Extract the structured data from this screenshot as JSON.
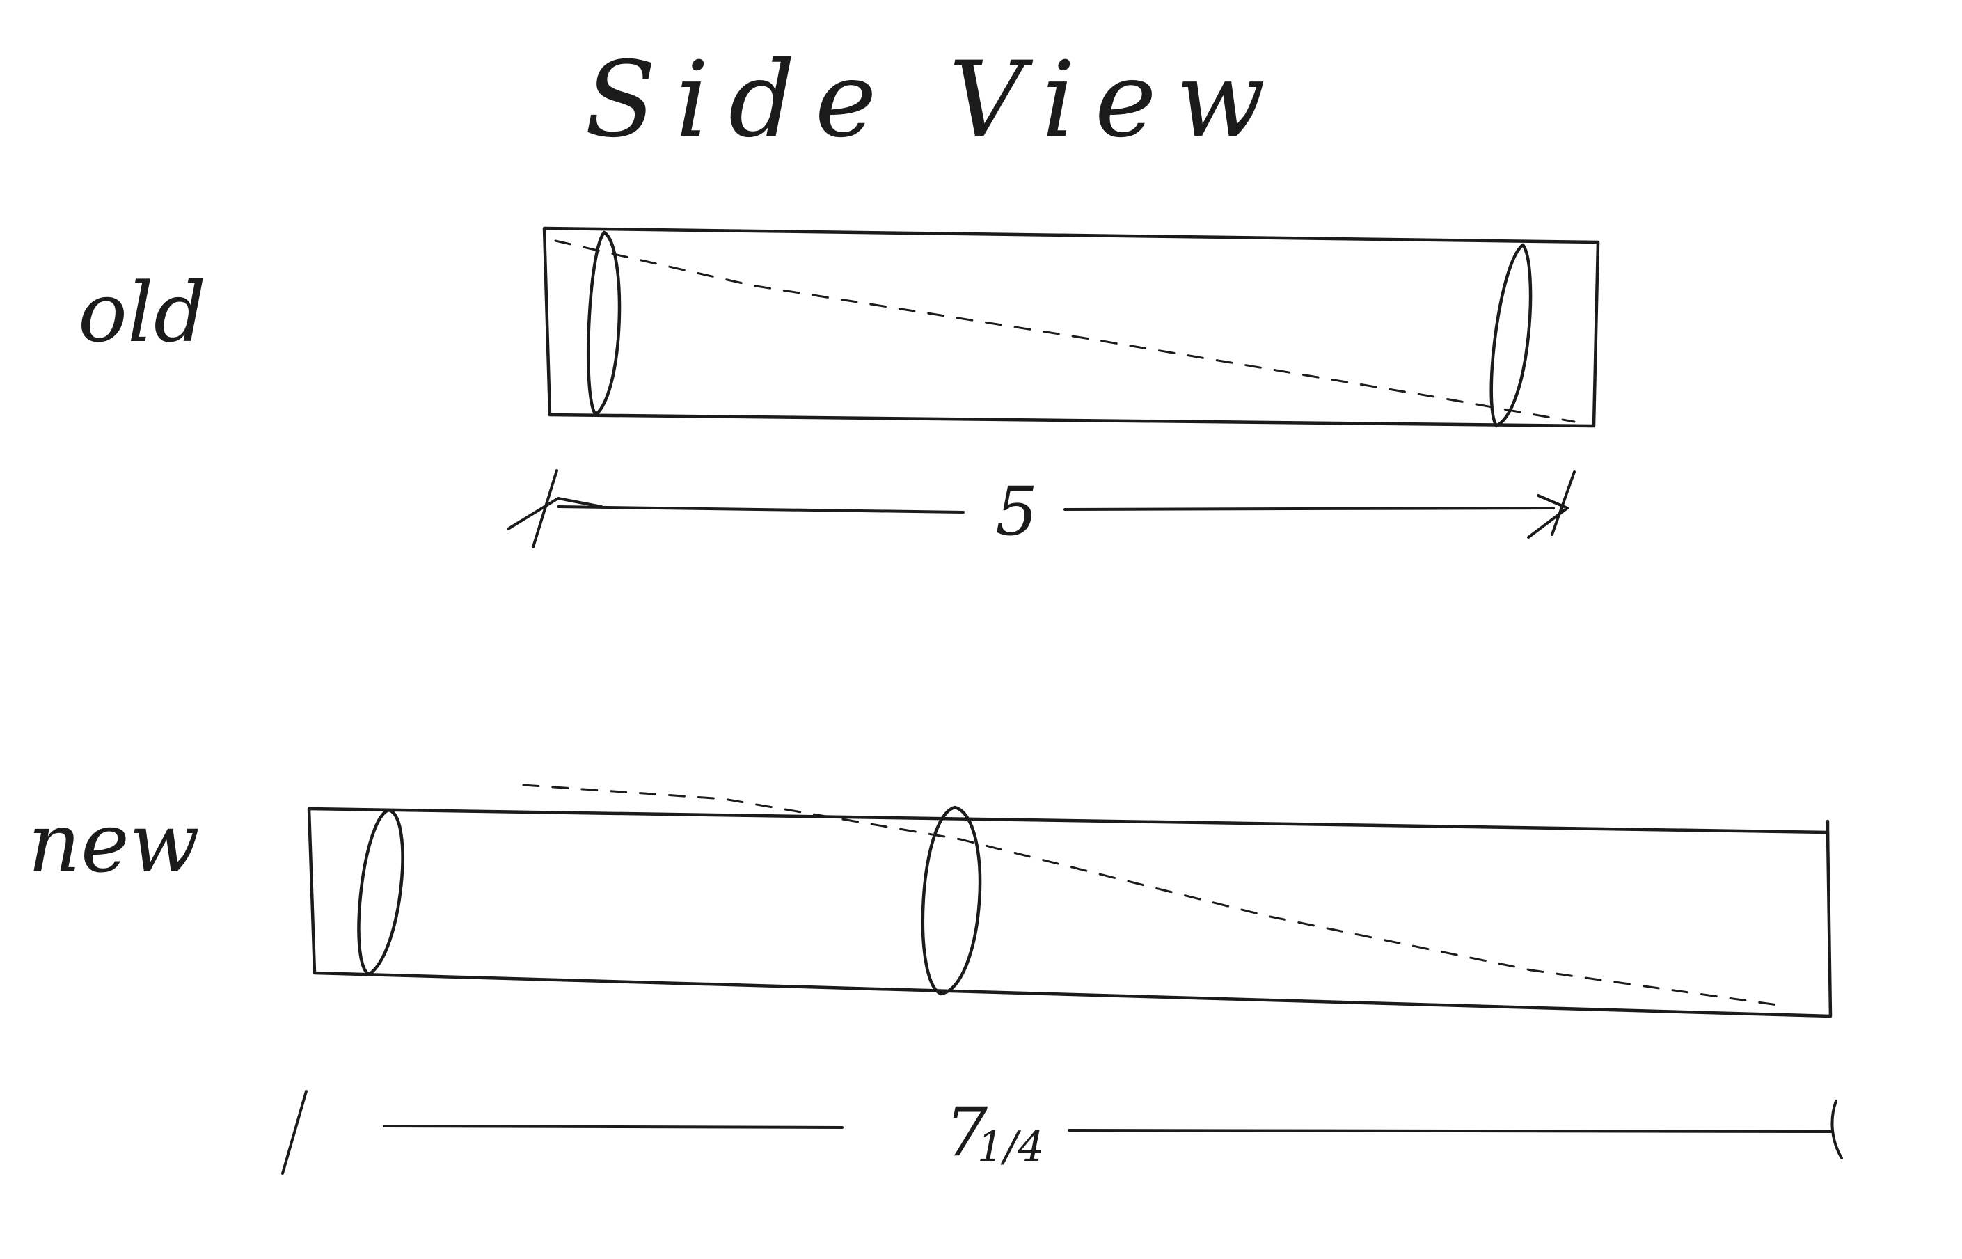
{
  "drawing": {
    "title": "Side View",
    "old": {
      "label": "old",
      "dimension": "5"
    },
    "new": {
      "label": "new",
      "dimension_whole": "7",
      "dimension_fraction": "1/4"
    }
  },
  "colors": {
    "ink": "#1b1b1b",
    "paper": "#ffffff"
  }
}
